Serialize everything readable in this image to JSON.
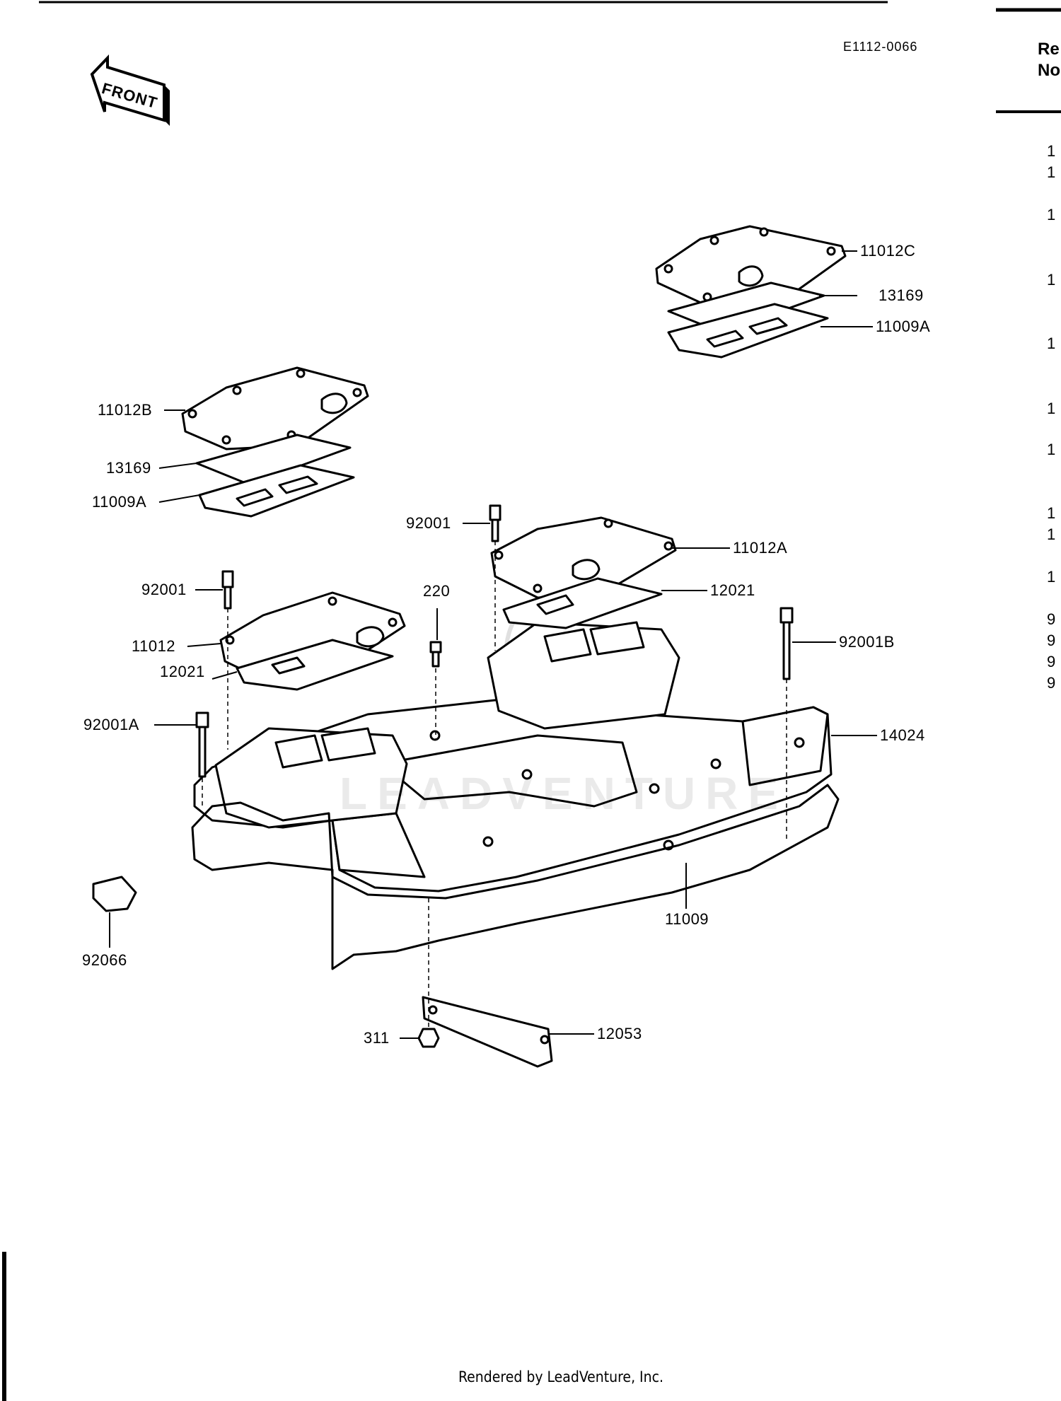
{
  "diagram_code": "E1112-0066",
  "front_label": "FRONT",
  "ref_header": [
    "Re",
    "No"
  ],
  "ref_column_digits": [
    "1",
    "1",
    "1",
    "1",
    "1",
    "1",
    "1",
    "1",
    "1",
    "1",
    "9",
    "9",
    "9",
    "9"
  ],
  "callouts": {
    "c11012C": "11012C",
    "c13169_top": "13169",
    "c11009A_top": "11009A",
    "c11012B": "11012B",
    "c13169_left": "13169",
    "c11009A_left": "11009A",
    "c92001_mid": "92001",
    "c11012A": "11012A",
    "c92001_left": "92001",
    "c220": "220",
    "c12021_right": "12021",
    "c11012": "11012",
    "c92001B": "92001B",
    "c12021_left": "12021",
    "c92001A": "92001A",
    "c14024": "14024",
    "c11009": "11009",
    "c92066": "92066",
    "c311": "311",
    "c12053": "12053"
  },
  "watermark": "LEADVENTURE",
  "footer": "Rendered by LeadVenture, Inc."
}
